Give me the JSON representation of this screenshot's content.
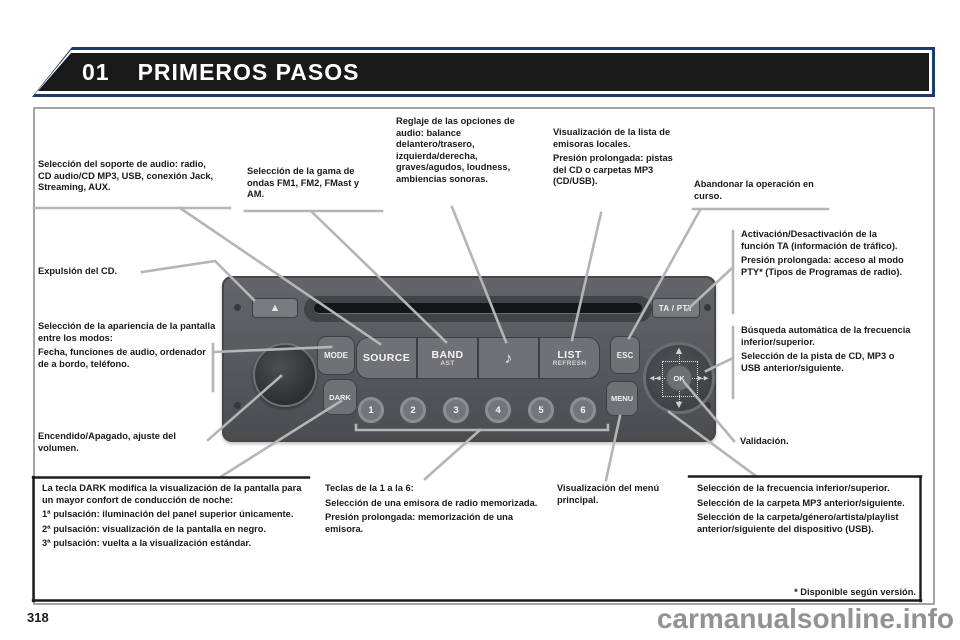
{
  "page": {
    "chapter_number": "01",
    "title": "PRIMEROS PASOS",
    "page_number": "318",
    "watermark": "carmanualsonline.info",
    "footnote": "* Disponible según versión."
  },
  "callouts": {
    "media_source": "Selección del soporte de audio: radio, CD audio/CD MP3, USB, conexión Jack, Streaming, AUX.",
    "waveband": "Selección de la gama de ondas FM1, FM2, FMast y AM.",
    "audio_options": "Reglaje de las opciones de audio: balance delantero/trasero, izquierda/derecha, graves/agudos, loudness, ambiencias sonoras.",
    "station_list_1": "Visualización de la lista de emisoras locales.",
    "station_list_2": "Presión prolongada: pistas del CD o carpetas MP3 (CD/USB).",
    "cancel": "Abandonar la operación en curso.",
    "ta_1": "Activación/Desactivación de la función TA (información de tráfico).",
    "ta_2": "Presión prolongada: acceso al modo PTY* (Tipos de Programas de radio).",
    "auto_search_1": "Búsqueda automática de la frecuencia inferior/superior.",
    "auto_search_2": "Selección de la pista de CD, MP3 o USB anterior/siguiente.",
    "validation": "Validación.",
    "cd_eject": "Expulsión del CD.",
    "display_mode_1": "Selección de la apariencia de la pantalla entre los modos:",
    "display_mode_2": "Fecha, funciones de audio, ordenador de a bordo, teléfono.",
    "volume": "Encendido/Apagado, ajuste del volumen.",
    "dark_intro": "La tecla DARK modifica la visualización de la pantalla para un mayor confort de conducción de noche:",
    "dark_press_1": "1ª pulsación: iluminación del panel superior únicamente.",
    "dark_press_2": "2ª pulsación: visualización de la pantalla en negro.",
    "dark_press_3": "3ª pulsación: vuelta a la visualización estándar.",
    "preset_keys_title": "Teclas de la 1 a la 6:",
    "preset_keys_1": "Selección de una emisora de radio memorizada.",
    "preset_keys_2": "Presión prolongada: memorización de una emisora.",
    "main_menu": "Visualización del menú principal.",
    "manual_search_1": "Selección de la frecuencia inferior/superior.",
    "manual_search_2": "Selección de la carpeta MP3 anterior/siguiente.",
    "manual_search_3": "Selección de la carpeta/género/artista/playlist anterior/siguiente del dispositivo (USB)."
  },
  "radio": {
    "eject_icon": "▲",
    "ta_pty": "TA / PTY",
    "mode": "MODE",
    "dark": "DARK",
    "source": "SOURCE",
    "band": "BAND",
    "band_sub": "AST",
    "audio_note_icon": "♪",
    "list": "LIST",
    "list_sub": "REFRESH",
    "esc": "ESC",
    "menu": "MENU",
    "ok": "OK",
    "presets": [
      "1",
      "2",
      "3",
      "4",
      "5",
      "6"
    ],
    "dpad_up": "▲",
    "dpad_down": "▼",
    "dpad_left": "◄◄",
    "dpad_right": "►►"
  },
  "colors": {
    "title_border": "#1b3a6e",
    "title_bg": "#191919",
    "frame": "#a2a4a7",
    "callout_line": "#b4b5b7",
    "radio_body": "#57585c",
    "watermark": "#909295"
  }
}
